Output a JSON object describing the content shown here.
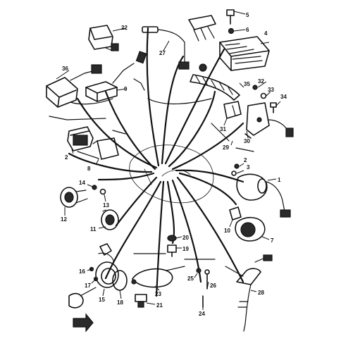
{
  "diagram": {
    "callouts": [
      {
        "id": "p1",
        "label": "1"
      },
      {
        "id": "p2",
        "label": "2"
      },
      {
        "id": "p3",
        "label": "3"
      },
      {
        "id": "p4",
        "label": "4"
      },
      {
        "id": "p5",
        "label": "5"
      },
      {
        "id": "p6",
        "label": "6"
      },
      {
        "id": "p7",
        "label": "7"
      },
      {
        "id": "p8",
        "label": "8"
      },
      {
        "id": "p9",
        "label": "9"
      },
      {
        "id": "p10",
        "label": "10"
      },
      {
        "id": "p11",
        "label": "11"
      },
      {
        "id": "p12",
        "label": "12"
      },
      {
        "id": "p13",
        "label": "13"
      },
      {
        "id": "p14",
        "label": "14"
      },
      {
        "id": "p15",
        "label": "15"
      },
      {
        "id": "p16",
        "label": "16"
      },
      {
        "id": "p17",
        "label": "17"
      },
      {
        "id": "p18",
        "label": "18"
      },
      {
        "id": "p19",
        "label": "19"
      },
      {
        "id": "p20",
        "label": "20"
      },
      {
        "id": "p21",
        "label": "21"
      },
      {
        "id": "p22",
        "label": "22"
      },
      {
        "id": "p23",
        "label": "23"
      },
      {
        "id": "p24",
        "label": "24"
      },
      {
        "id": "p25",
        "label": "25"
      },
      {
        "id": "p26",
        "label": "26"
      },
      {
        "id": "p27",
        "label": "27"
      },
      {
        "id": "p28",
        "label": "28"
      },
      {
        "id": "p29",
        "label": "29"
      },
      {
        "id": "p30",
        "label": "30"
      },
      {
        "id": "p31",
        "label": "31"
      },
      {
        "id": "p32",
        "label": "32"
      },
      {
        "id": "p33",
        "label": "33"
      },
      {
        "id": "p34",
        "label": "34"
      },
      {
        "id": "p35",
        "label": "35"
      },
      {
        "id": "p36",
        "label": "36"
      }
    ]
  }
}
